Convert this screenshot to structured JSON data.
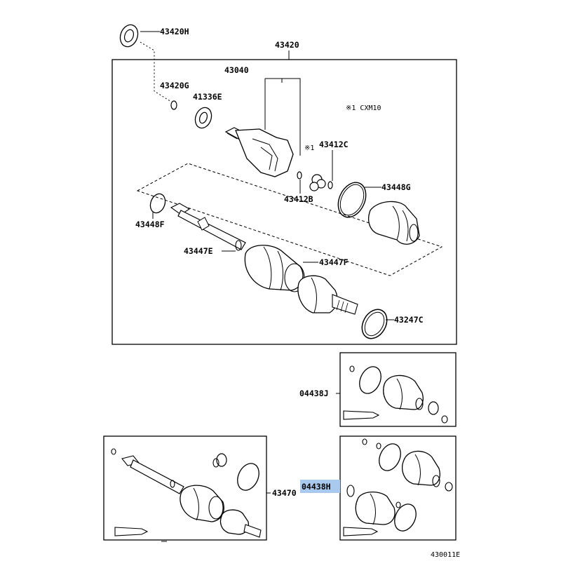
{
  "parts": {
    "p43420H": "43420H",
    "p43420": "43420",
    "p43040": "43040",
    "p43420G": "43420G",
    "p41336E": "41336E",
    "cxm_note": "※1 CXM10",
    "p43412C": "43412C",
    "mark1": "※1",
    "p43412B": "43412B",
    "p43448G": "43448G",
    "p43448F": "43448F",
    "p43447E": "43447E",
    "p43447F": "43447F",
    "p43247C": "43247C",
    "p04438J": "04438J",
    "p43470": "43470",
    "p04438H": "04438H"
  },
  "illustration_code": "430011E",
  "highlight_color": "#a9c9ef"
}
